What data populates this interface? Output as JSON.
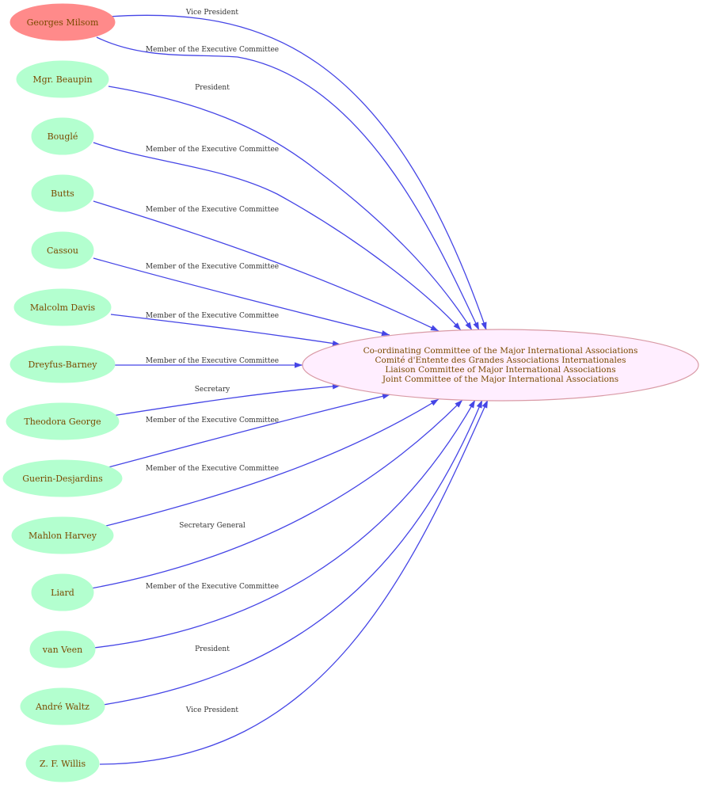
{
  "colors": {
    "edge": "#4545e6",
    "node_fill": "#b3ffcf",
    "highlight_fill": "#ff8a8a",
    "center_fill": "#ffeeff",
    "center_stroke": "#d99aa6",
    "node_text": "#7a4a00",
    "edge_text": "#333333"
  },
  "center": {
    "lines": [
      "Co-ordinating Committee of the Major International Associations",
      "Comité d'Entente des Grandes Associations Internationales",
      "Liaison Committee of Major International Associations",
      "Joint Committee of the Major International Associations"
    ]
  },
  "nodes": [
    {
      "label": "Georges Milsom",
      "role": "Vice President",
      "role2": "Member of the Executive Committee",
      "highlight": true
    },
    {
      "label": "Mgr. Beaupin",
      "role": "President"
    },
    {
      "label": "Bouglé",
      "role": "Member of the Executive Committee"
    },
    {
      "label": "Butts",
      "role": "Member of the Executive Committee"
    },
    {
      "label": "Cassou",
      "role": "Member of the Executive Committee"
    },
    {
      "label": "Malcolm Davis",
      "role": "Member of the Executive Committee"
    },
    {
      "label": "Dreyfus-Barney",
      "role": "Member of the Executive Committee"
    },
    {
      "label": "Theodora George",
      "role": "Secretary"
    },
    {
      "label": "Guerin-Desjardins",
      "role": "Member of the Executive Committee"
    },
    {
      "label": "Mahlon Harvey",
      "role": "Member of the Executive Committee"
    },
    {
      "label": "Liard",
      "role": "Secretary General"
    },
    {
      "label": "van Veen",
      "role": "Member of the Executive Committee"
    },
    {
      "label": "André Waltz",
      "role": "President"
    },
    {
      "label": "Z. F. Willis",
      "role": "Vice President"
    }
  ]
}
